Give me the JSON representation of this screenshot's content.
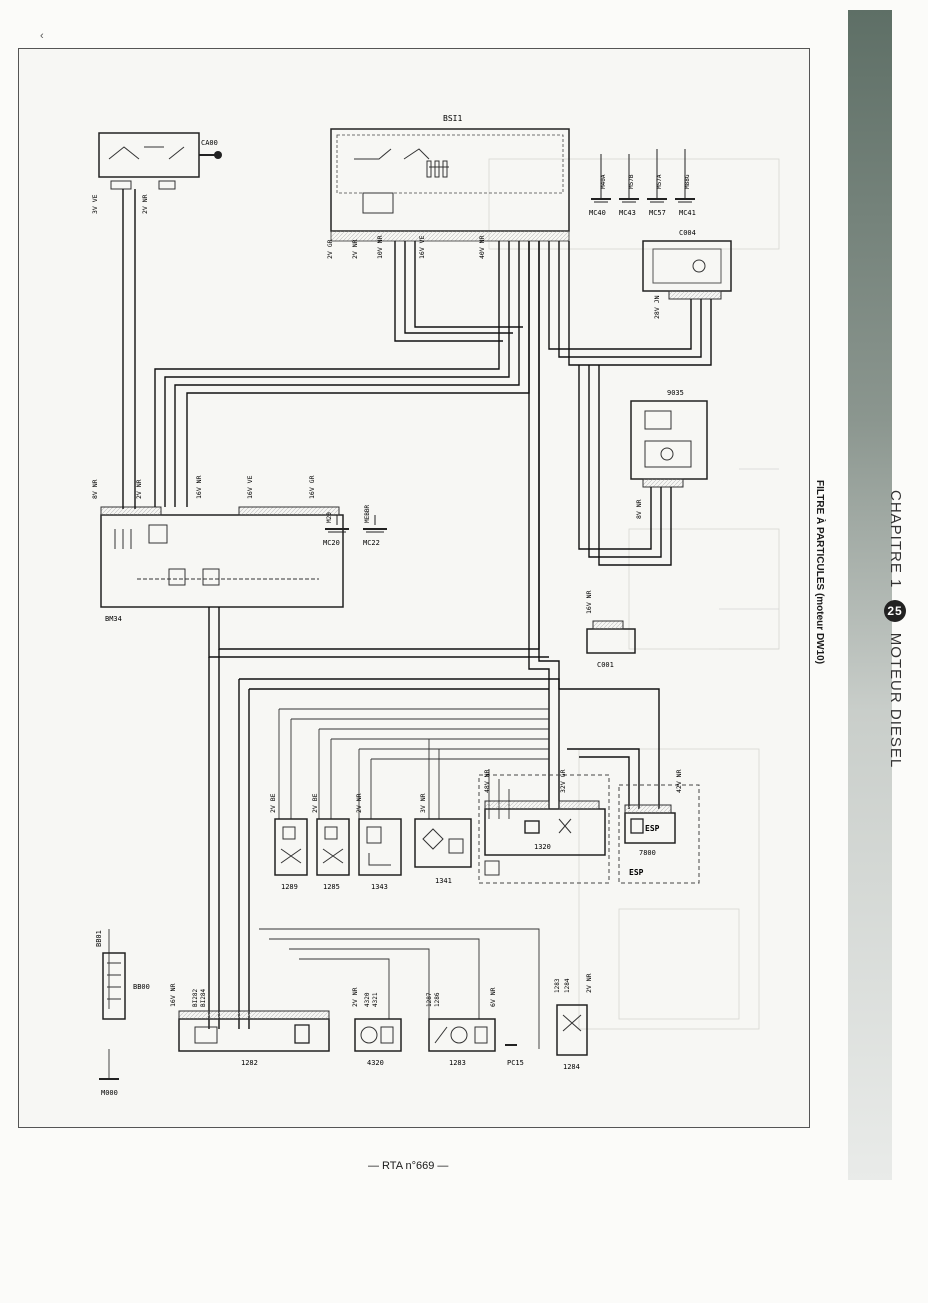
{
  "page": {
    "chapter_label": "CHAPITRE 1",
    "chapter_number": "25",
    "chapter_topic": "MOTEUR DIESEL",
    "subtitle": "FILTRE À PARTICULES (moteur DW10)",
    "footer": "— RTA n°669 —"
  },
  "components": {
    "bsi": "BSI1",
    "ca00": "CA00",
    "bm34": "BM34",
    "c004": "C004",
    "c001": "C001",
    "unit_9035": "9035",
    "unit_1320": "1320",
    "unit_7800": "7800",
    "unit_1289": "1289",
    "unit_1285": "1285",
    "unit_1343": "1343",
    "unit_1341": "1341",
    "unit_1282": "1282",
    "unit_4320": "4320",
    "unit_1283": "1283",
    "unit_1284": "1284",
    "bb00": "BB00",
    "bb01": "BB01",
    "m000": "M000",
    "pc15": "PC15",
    "esp1": "ESP",
    "esp2": "ESP"
  },
  "grounds": {
    "mc40": "MC40",
    "mc43": "MC43",
    "mc57": "MC57",
    "mc41": "MC41",
    "mc20": "MC20",
    "mc22": "MC22"
  },
  "connectors": {
    "ca00_conn": "3V VE",
    "ca00_conn2": "2V NR",
    "bsi_c1": "2V GR",
    "bsi_c2": "2V NR",
    "bsi_c3": "10V NR",
    "bsi_c4": "16V VE",
    "bsi_c5": "40V NR",
    "bm34_c1": "8V NR",
    "bm34_c2": "2V NR",
    "bm34_c3": "16V NR",
    "bm34_c4": "16V VE",
    "bm34_c5": "16V GR",
    "c004_conn": "28V JN",
    "u9035_conn": "8V NR",
    "c001_conn": "16V NR",
    "u1320_c1": "48V NR",
    "u1320_c2": "32V GR",
    "u7800_conn": "42V NR",
    "u1289_conn": "2V BE",
    "u1285_conn": "2V BE",
    "u1343_conn": "2V NR",
    "u1341_conn": "3V NR",
    "u1282_conn": "16V NR",
    "u4320_conn": "2V NR",
    "u1283_conn": "6V NR",
    "u1284_conn": "2V NR"
  },
  "wires": {
    "ground_mc40": "M40A",
    "ground_mc43": "M57B",
    "ground_mc57": "M57A",
    "ground_mc41": "M88G",
    "ground_mc20": "M20",
    "ground_mc22": "MEBBR",
    "u1282_w1": "BI282",
    "u1282_w2": "BI284",
    "u4320_w1": "4320",
    "u4320_w2": "4321",
    "u1283_w1": "1287",
    "u1283_w2": "1286",
    "u1284_w1": "1283",
    "u1284_w2": "1284"
  }
}
